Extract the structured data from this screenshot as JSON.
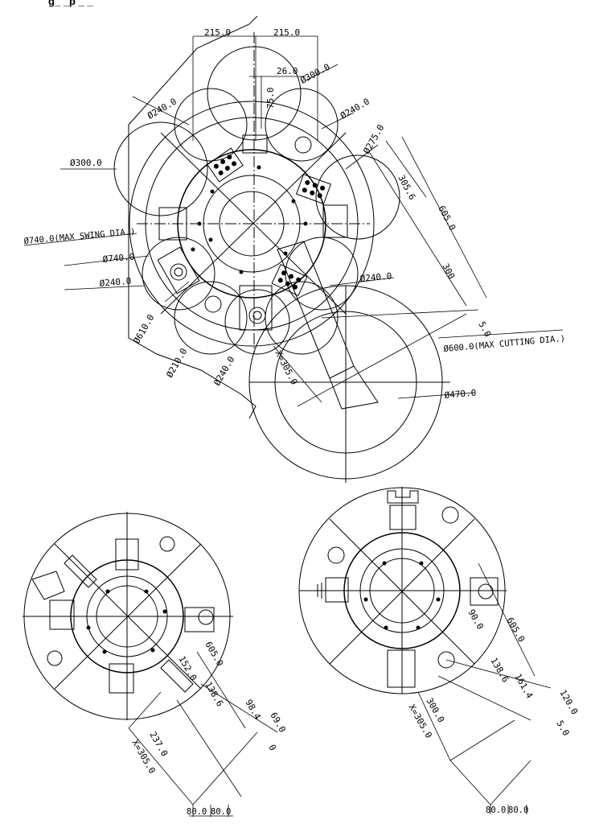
{
  "header": {
    "text": "g_ _p _ _"
  },
  "top_view": {
    "dims": {
      "w_left": "215.0",
      "w_right": "215.0",
      "slot": "26.0",
      "d_top_tool": "Ø300.0",
      "d75": "75.0",
      "d240_ul": "Ø240.0",
      "d240_ur": "Ø240.0",
      "d275": "Ø275.0",
      "d300_left": "Ø300.0",
      "d305_6": "305.6",
      "d605": "605.0",
      "max_swing": "Ø740.0(MAX SWING DIA.)",
      "d740": "Ø740.0",
      "d240_l": "Ø240.0",
      "d300": "300",
      "d240_r": "Ø240.0",
      "d5": "5.0",
      "d610": "Ø610.0",
      "d210": "Ø210.0",
      "d240_bl": "Ø240.0",
      "x305": "X=305.0",
      "max_cut": "Ø600.0(MAX CUTTING DIA.)",
      "d470": "Ø470.0"
    }
  },
  "bottom_left_view": {
    "dims": {
      "d605": "605.0",
      "d152": "152.0",
      "d138": "138.6",
      "d98": "98.4",
      "d69": "69.0",
      "d0": "0",
      "d237": "237.0",
      "x305": "X=305.0",
      "d80a": "80.0",
      "d80b": "80.0"
    }
  },
  "bottom_right_view": {
    "dims": {
      "d605": "605.0",
      "d90": "90.0",
      "d138": "138.6",
      "d161": "161.4",
      "d120": "120.0",
      "d5": "5.0",
      "d300": "300.0",
      "x305": "X=305.0",
      "d80a": "80.0",
      "d80b": "80.0"
    }
  }
}
